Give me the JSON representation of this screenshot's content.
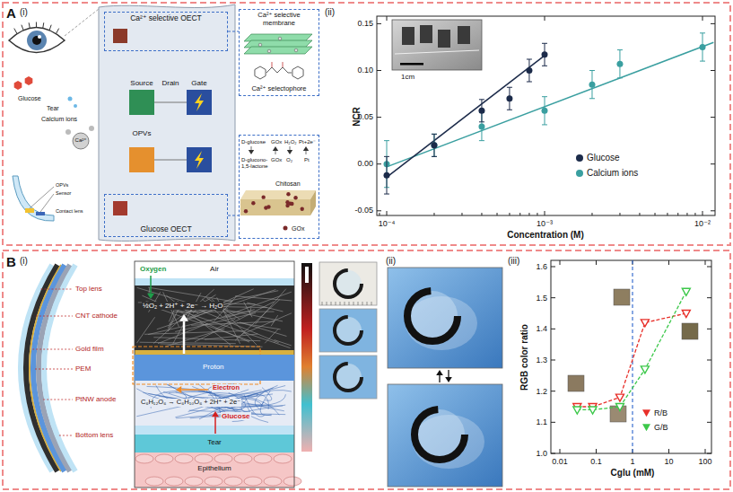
{
  "diagram": {
    "nodes": [
      {
        "text": [
          "Ca²⁺ selective OECT"
        ]
      },
      {
        "text": [
          "Ca²⁺ selective membrane",
          "Ca²⁺ selectophore"
        ]
      },
      {
        "text": [
          "Glucose OECT"
        ]
      },
      {
        "text": [
          "D-glucose",
          "GOx",
          "H₂O₂",
          "Pt+2e⁻",
          "D-glucono-1,5-lactone",
          "GOx",
          "O₂",
          "Pt",
          "Chitosan",
          "GOx"
        ]
      },
      {
        "text": [
          "Proton"
        ]
      }
    ],
    "edges": [
      {
        "from": 0,
        "to": 1,
        "arrow": "none"
      },
      {
        "from": 2,
        "to": 3,
        "arrow": "none"
      }
    ],
    "labels": [
      "A",
      "(i)",
      "Glucose",
      "Tear",
      "Calcium ions",
      "Ca²⁺",
      "OPVs",
      "Sensor",
      "Contact lens",
      "Source",
      "Drain",
      "Gate",
      "OPVs",
      "(ii)",
      "0.15",
      "0.10",
      "0.05",
      "0.00",
      "-0.05",
      "10⁻⁴",
      "10⁻³",
      "10⁻²",
      "NCR",
      "Concentration (M)",
      "1cm",
      "B",
      "(i)",
      "Top lens",
      "CNT cathode",
      "Gold film",
      "PEM",
      "PtNW anode",
      "Bottom lens",
      "Air",
      "Oxygen",
      "½O₂ + 2H⁺ + 2e⁻ → H₂O",
      "Electron",
      "C₆H₁₂O₆ → C₆H₁₀O₆ + 2H⁺ + 2e⁻",
      "Glucose",
      "Tear",
      "Epithelium",
      "(ii)",
      "(iii)",
      "1.6",
      "1.5",
      "1.4",
      "1.3",
      "1.2",
      "1.1",
      "1.0",
      "0.01",
      "0.1",
      "1",
      "10",
      "100",
      "RGB color ratio",
      "Cglu (mM)"
    ],
    "legend": [
      {
        "text": "Glucose",
        "color": "#1c2b4a"
      },
      {
        "text": "Calcium ions",
        "color": "#3a9fa0"
      },
      {
        "text": "R/B",
        "color": "#e8302a"
      },
      {
        "text": "G/B",
        "color": "#3cc84a"
      }
    ]
  }
}
